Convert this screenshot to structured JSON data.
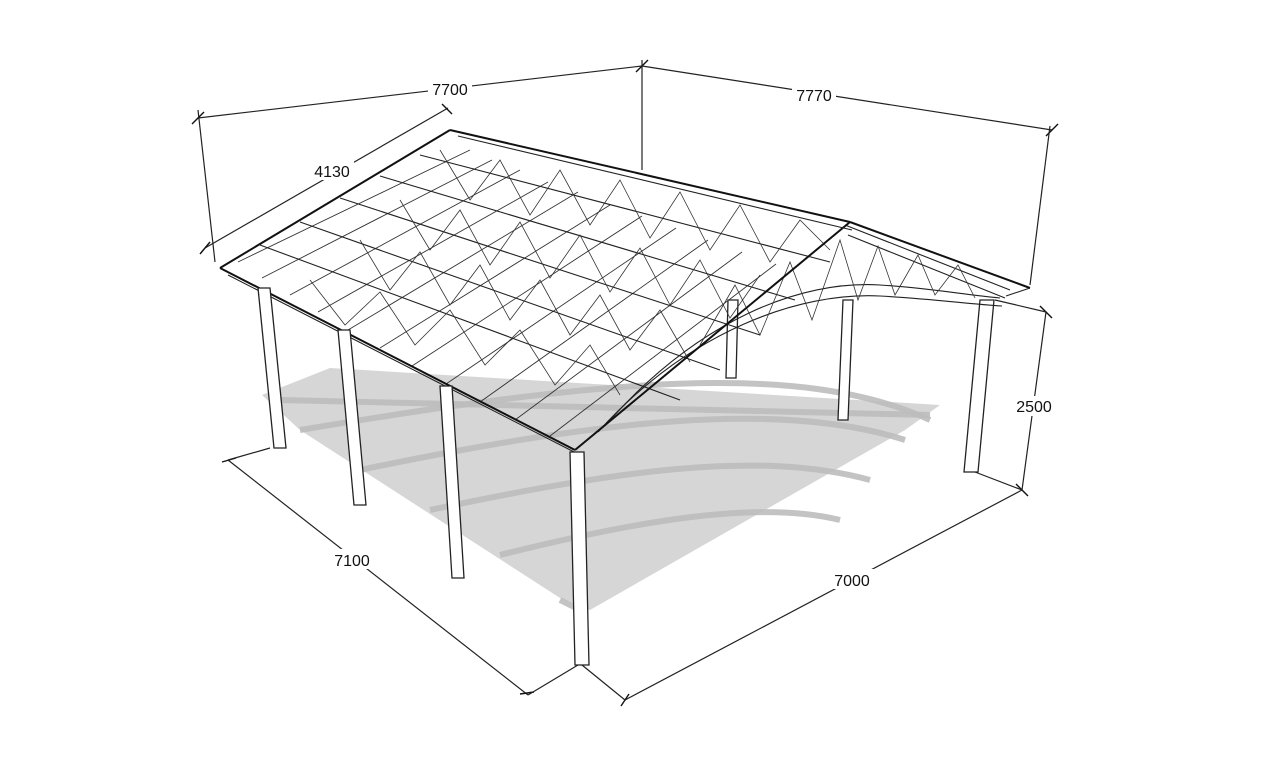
{
  "dimensions": {
    "top_left_span": "7700",
    "top_right_span": "7770",
    "roof_slope_length": "4130",
    "post_height": "2500",
    "front_left_length": "7100",
    "front_right_length": "7000"
  }
}
